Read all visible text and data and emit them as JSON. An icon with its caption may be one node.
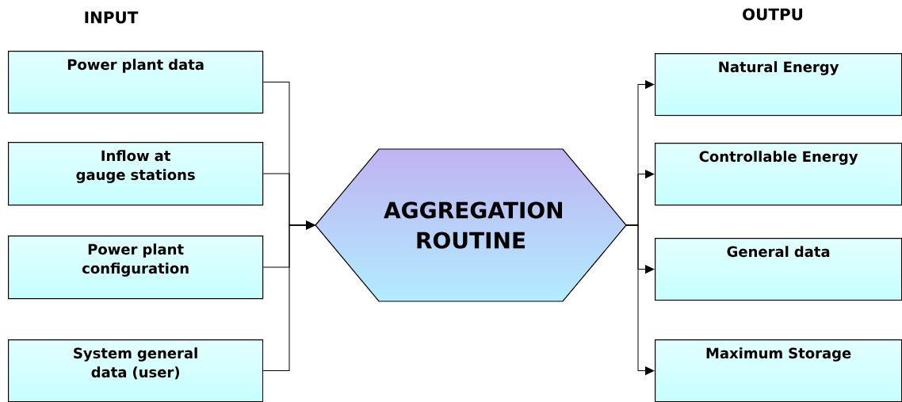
{
  "diagram": {
    "nodes": [
      {
        "text": [
          "Power plant data"
        ]
      },
      {
        "text": [
          "Inflow at gauge stations"
        ]
      },
      {
        "text": [
          "Power plant configuration"
        ]
      },
      {
        "text": [
          "System general data (user)"
        ]
      },
      {
        "text": [
          "AGGREGATION ROUTINE"
        ]
      },
      {
        "text": [
          "Natural Energy"
        ]
      },
      {
        "text": [
          "Controllable Energy"
        ]
      },
      {
        "text": [
          "General data"
        ]
      },
      {
        "text": [
          "Maximum Storage"
        ]
      }
    ],
    "edges": [
      {
        "from": 0,
        "to": 4,
        "arrow": "to"
      },
      {
        "from": 1,
        "to": 4,
        "arrow": "to"
      },
      {
        "from": 2,
        "to": 4,
        "arrow": "to"
      },
      {
        "from": 3,
        "to": 4,
        "arrow": "to"
      },
      {
        "from": 4,
        "to": 5,
        "arrow": "to"
      },
      {
        "from": 4,
        "to": 6,
        "arrow": "to"
      },
      {
        "from": 4,
        "to": 7,
        "arrow": "to"
      },
      {
        "from": 4,
        "to": 8,
        "arrow": "to"
      }
    ],
    "labels": [
      "INPUT",
      "OUTPU"
    ]
  }
}
